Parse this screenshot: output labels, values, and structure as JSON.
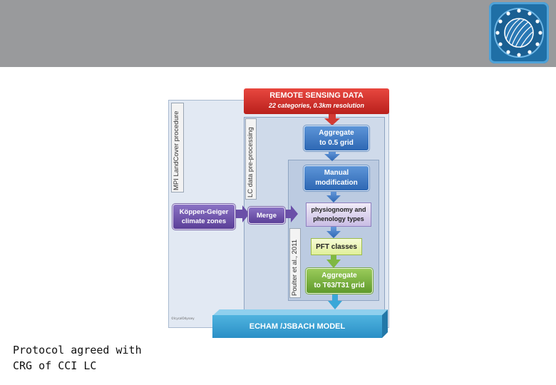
{
  "header": {
    "logo_icon": "globe-ring-logo-icon"
  },
  "diagram": {
    "outer_label": "MPI LandCover procedure",
    "preprocessing_label": "LC data pre-processing",
    "poulter_label": "Poulter et al., 2011",
    "remote_sensing": {
      "title": "REMOTE SENSING DATA",
      "subtitle": "22 categories, 0.3km resolution"
    },
    "aggregate_05": [
      "Aggregate",
      "to 0.5 grid"
    ],
    "manual_mod": [
      "Manual",
      "modification"
    ],
    "koppen": [
      "Köppen-Geiger",
      "climate zones"
    ],
    "merge": "Merge",
    "physio": [
      "physiognomy and",
      "phenology types"
    ],
    "pft": "PFT classes",
    "aggregate_t63": [
      "Aggregate",
      "to T63/T31 grid"
    ],
    "echam": "ECHAM /JSBACH MODEL",
    "credit": "©IcycalOdyssey",
    "colors": {
      "remote_sensing": "#c8302a",
      "blue_box": "#3a76c2",
      "purple_box": "#6a4fa8",
      "green_box": "#6ea63a",
      "echam": "#36a0d2"
    }
  },
  "caption": {
    "line1": "Protocol agreed with",
    "line2": "CRG of CCI LC"
  }
}
